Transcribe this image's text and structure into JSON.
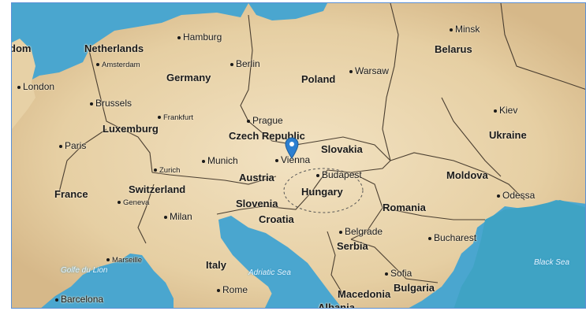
{
  "map": {
    "marker": {
      "label": "Vienna",
      "icon": "map-pin-icon",
      "color": "#2c7fd0"
    },
    "colors": {
      "land": "#ecd9b3",
      "water": "#4aa6cf",
      "border": "#4a3e30",
      "frame": "#5a8fd6"
    },
    "countries": {
      "netherlands": "Netherlands",
      "germany": "Germany",
      "poland": "Poland",
      "belarus": "Belarus",
      "luxemburg": "Luxemburg",
      "czech_republic": "Czech Republic",
      "slovakia": "Slovakia",
      "ukraine": "Ukraine",
      "france": "France",
      "switzerland": "Switzerland",
      "austria": "Austria",
      "hungary": "Hungary",
      "moldova": "Moldova",
      "slovenia": "Slovenia",
      "croatia": "Croatia",
      "romania": "Romania",
      "serbia": "Serbia",
      "italy": "Italy",
      "macedonia": "Macedonia",
      "bulgaria": "Bulgaria",
      "albania": "Albania"
    },
    "cities": {
      "hamburg": "Hamburg",
      "minsk": "Minsk",
      "dom": "dom",
      "amsterdam": "Amsterdam",
      "berlin": "Berlin",
      "warsaw": "Warsaw",
      "london": "London",
      "brussels": "Brussels",
      "kiev": "Kiev",
      "prague": "Prague",
      "frankfurt": "Frankfurt",
      "paris": "Paris",
      "munich": "Munich",
      "vienna": "Vienna",
      "zurich": "Zurich",
      "budapest": "Budapest",
      "odessa": "Odessa",
      "geneva": "Geneva",
      "milan": "Milan",
      "belgrade": "Belgrade",
      "bucharest": "Bucharest",
      "marseille": "Marseille",
      "sofia": "Sofia",
      "rome": "Rome",
      "barcelona": "Barcelona"
    },
    "seas": {
      "golfe_du_lion": "Golfe du Lion",
      "adriatic_sea": "Adriatic Sea",
      "black_sea": "Black Sea"
    }
  }
}
